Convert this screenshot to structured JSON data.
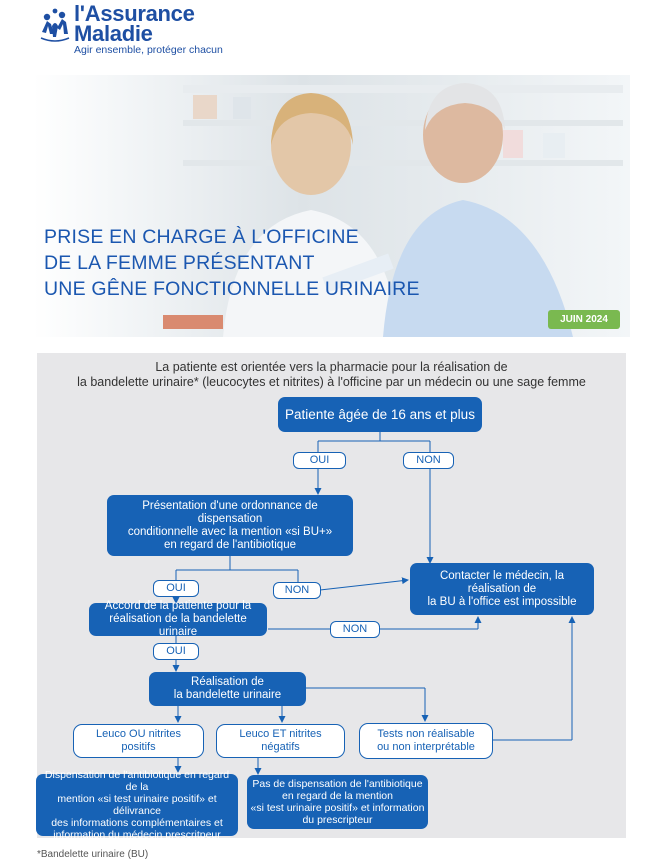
{
  "header": {
    "brand_line1": "l'Assurance",
    "brand_line2": "Maladie",
    "tagline": "Agir ensemble, protéger chacun"
  },
  "hero": {
    "title_lines": [
      "PRISE EN CHARGE À L'OFFICINE",
      "DE LA FEMME PRÉSENTANT",
      "UNE GÊNE FONCTIONNELLE URINAIRE"
    ],
    "date": "JUIN 2024"
  },
  "intro": {
    "line1": "La patiente est orientée vers la pharmacie pour la réalisation de",
    "line2": "la bandelette urinaire* (leucocytes et nitrites) à l'officine par un médecin ou une sage femme"
  },
  "flow": {
    "start": "Patiente âgée de 16 ans et plus",
    "oui": "OUI",
    "non": "NON",
    "ordonnance": [
      "Présentation d'une ordonnance de dispensation",
      "conditionnelle avec la mention «si BU+»",
      "en regard de l'antibiotique"
    ],
    "contact": [
      "Contacter le médecin, la réalisation de",
      "la BU à l'office est impossible"
    ],
    "accord": [
      "Accord de la patiente pour la",
      "réalisation de la bandelette urinaire"
    ],
    "realisation": [
      "Réalisation de",
      "la bandelette urinaire"
    ],
    "positifs": "Leuco OU nitrites positifs",
    "negatifs": "Leuco ET nitrites négatifs",
    "non_realisable": [
      "Tests non réalisable",
      "ou non interprétable"
    ],
    "dispensation": [
      "Dispensation de l'antibiotique en regard de la",
      "mention «si test urinaire positif» et délivrance",
      "des informations complémentaires et",
      "information du médecin prescritpeur"
    ],
    "pas_dispensation": [
      "Pas de dispensation de l'antibiotique",
      "en regard de la mention",
      "«si test urinaire positif» et information",
      "du prescripteur"
    ]
  },
  "footnote": "*Bandelette urinaire (BU)",
  "colors": {
    "primary": "#1762b5",
    "accent": "#7ab950",
    "panel": "#e7e7e9"
  }
}
